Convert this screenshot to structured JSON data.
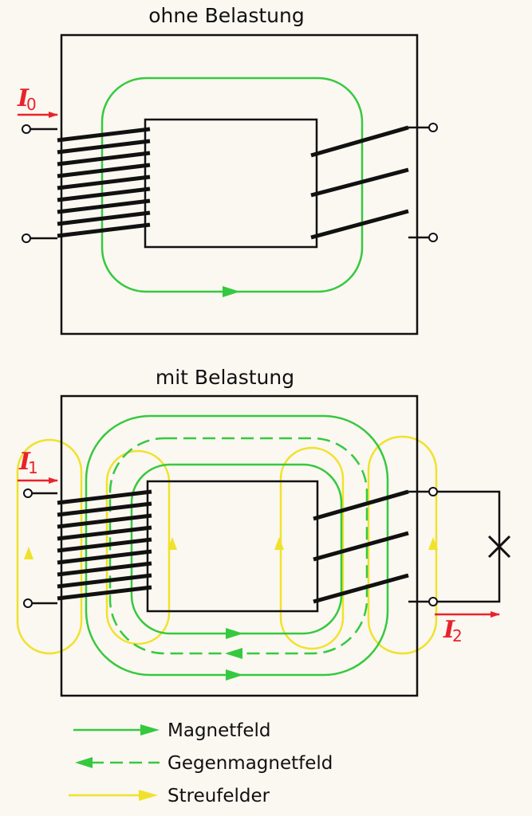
{
  "diagram": {
    "top_title": "ohne Belastung",
    "bottom_title": "mit Belastung",
    "currents": {
      "i0": {
        "letter": "I",
        "sub": "0"
      },
      "i1": {
        "letter": "I",
        "sub": "1"
      },
      "i2": {
        "letter": "I",
        "sub": "2"
      }
    },
    "legend": [
      {
        "label": "Magnetfeld"
      },
      {
        "label": "Gegenmagnetfeld"
      },
      {
        "label": "Streufelder"
      }
    ],
    "colors": {
      "magnetfeld": "#35c93f",
      "gegenmagnetfeld": "#35c93f",
      "streufelder": "#f0e22a",
      "current_arrow": "#e8232a",
      "core": "#111111"
    }
  }
}
